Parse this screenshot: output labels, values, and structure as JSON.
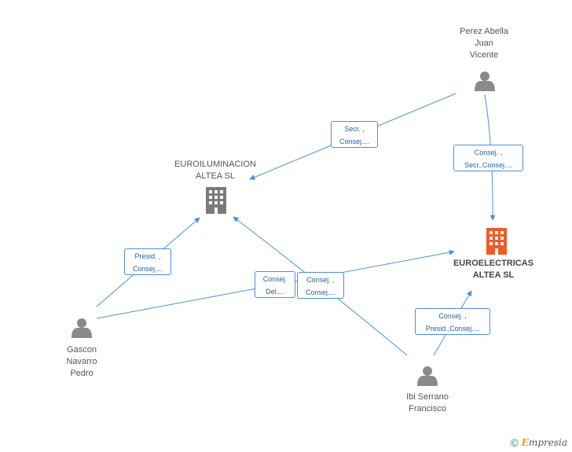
{
  "nodes": {
    "perez": {
      "lines": [
        "Perez Abella",
        "Juan",
        "Vicente"
      ]
    },
    "euroilum": {
      "lines": [
        "EUROILUMINACION",
        "ALTEA SL"
      ]
    },
    "euroelec": {
      "lines": [
        "EUROELECTRICAS",
        "ALTEA SL"
      ]
    },
    "gascon": {
      "lines": [
        "Gascon",
        "Navarro",
        "Pedro"
      ]
    },
    "ibi": {
      "lines": [
        "Ibi Serrano",
        "Francisco"
      ]
    }
  },
  "edges": {
    "perez_euroilum": {
      "lines": [
        "Secr. ,",
        "Consej...."
      ]
    },
    "perez_euroelec": {
      "lines": [
        "Consej. ,",
        "Secr.,Consej...."
      ]
    },
    "gascon_euroilum": {
      "lines": [
        "Presid. ,",
        "Consej...."
      ]
    },
    "gascon_euroelec": {
      "lines": [
        "Consej.",
        "Del...."
      ]
    },
    "ibi_euroilum": {
      "lines": [
        "Consej. ,",
        "Consej...."
      ]
    },
    "ibi_euroelec": {
      "lines": [
        "Consej. ,",
        "Presid.,Consej...."
      ]
    }
  },
  "colors": {
    "edge": "#4a90d9",
    "person": "#8a8a8a",
    "company": "#7a7a7a",
    "company_highlight": "#f05a28"
  },
  "brand": {
    "symbol": "©",
    "name_first": "E",
    "name_rest": "mpresia"
  }
}
